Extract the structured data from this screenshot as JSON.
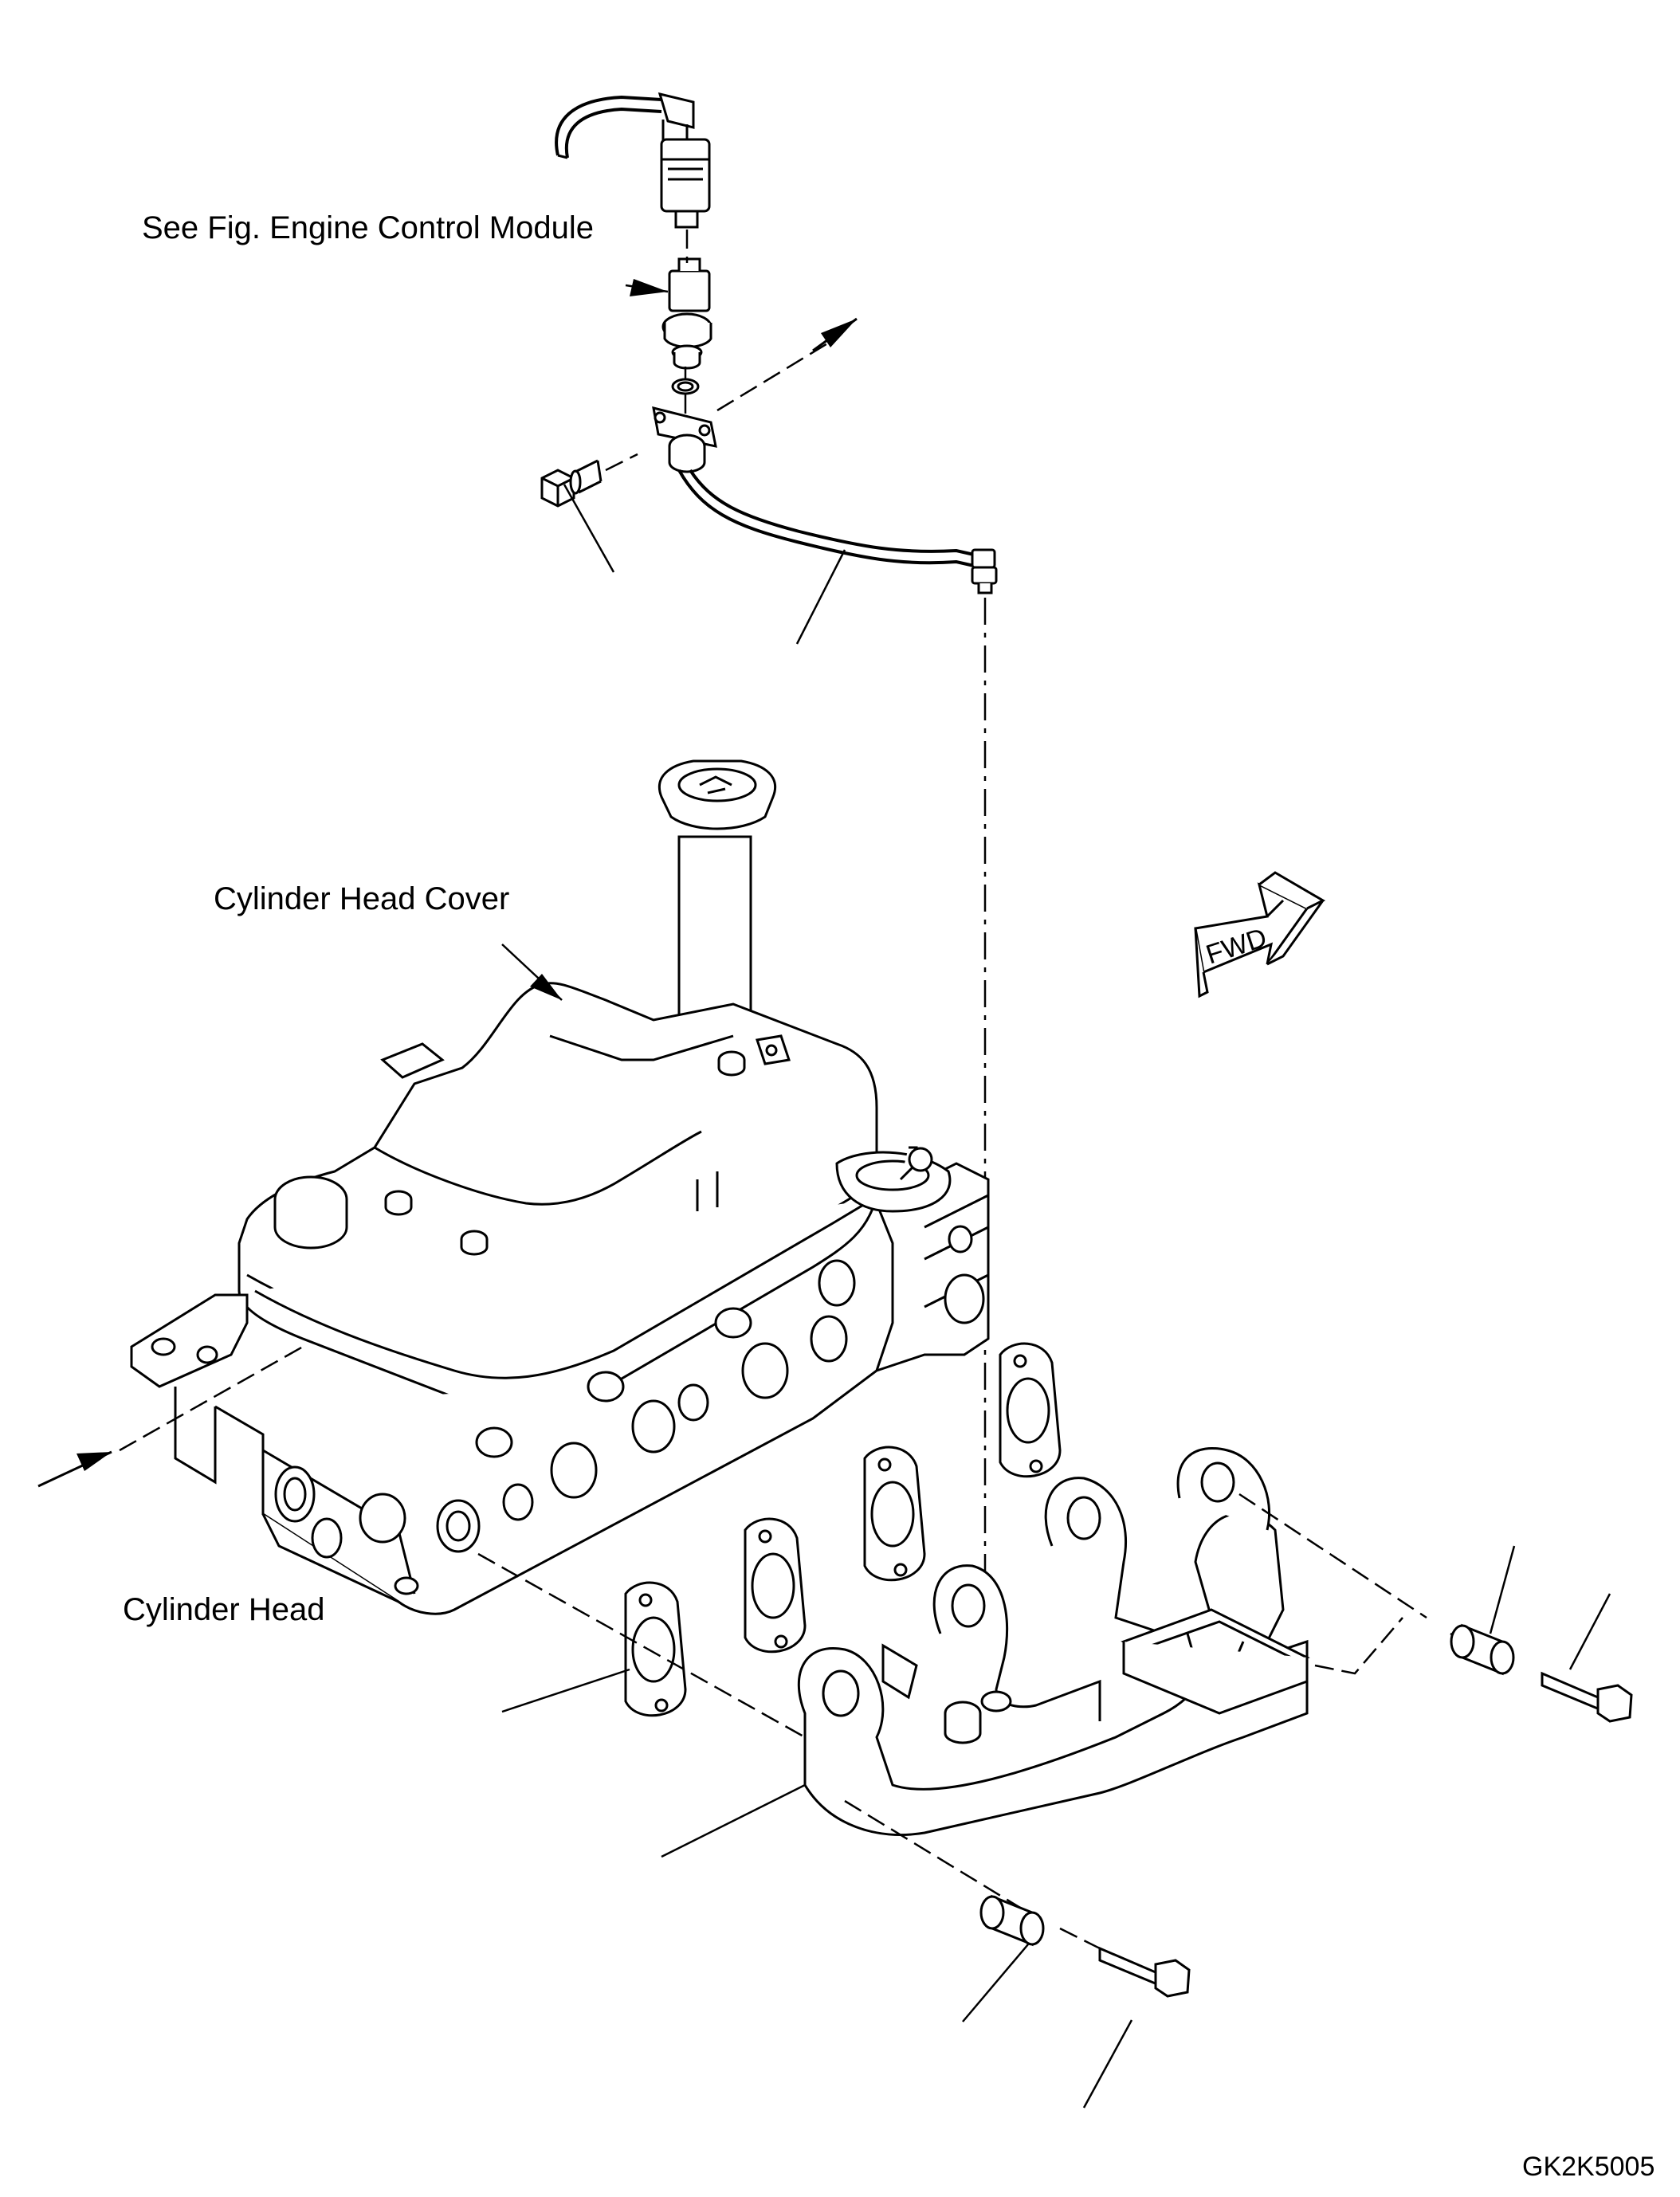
{
  "labels": {
    "ecm_note": "See Fig. Engine Control Module",
    "head_cover": "Cylinder Head Cover",
    "cylinder_head": "Cylinder Head",
    "fwd": "FWD",
    "figure_code": "GK2K5005"
  },
  "colors": {
    "line": "#000000",
    "background": "#ffffff"
  }
}
